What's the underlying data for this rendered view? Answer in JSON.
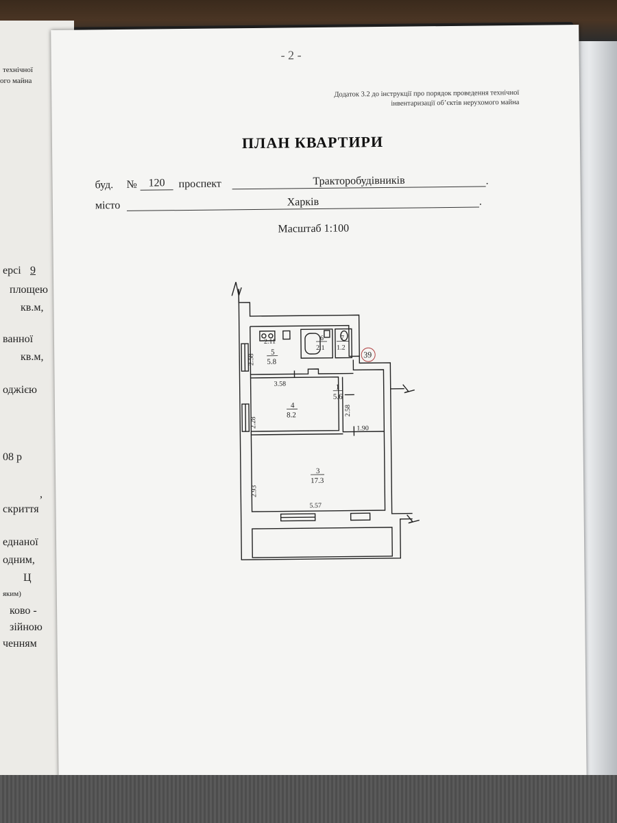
{
  "page_number": "- 2 -",
  "appendix": {
    "line1": "Додаток 3.2 до інструкції про порядок проведення технічної",
    "line2": "інвентаризації об’єктів нерухомого майна"
  },
  "title": "ПЛАН КВАРТИРИ",
  "address": {
    "bud_label": "буд.",
    "no_label": "№",
    "number": "120",
    "street_type": "проспект",
    "street": "Тракторобудівників",
    "city_label": "місто",
    "city": "Харків"
  },
  "scale": "Масштаб 1:100",
  "floor_plan": {
    "rooms": [
      {
        "no": "1",
        "area": "5.6"
      },
      {
        "no": "3",
        "area": "17.3"
      },
      {
        "no": "4",
        "area": "8.2"
      },
      {
        "no": "5",
        "area": "5.8"
      },
      {
        "no": "6",
        "area": "2.1"
      },
      {
        "no": "7",
        "area": "1.2"
      }
    ],
    "dimensions": [
      "2.11",
      "2.58",
      "3.58",
      "2.28",
      "2.58",
      "1.90",
      "2.93",
      "5.57"
    ],
    "handwritten_mark": "39"
  },
  "left_page": {
    "lines": [
      "технічної",
      "ого майна",
      "ерсі",
      "9",
      "площею",
      "кв.м,",
      "ванної",
      "кв.м,",
      "оджією",
      "08 р",
      ",",
      "скриття",
      "еднаної",
      "одним,",
      "Ц",
      "яким)",
      "ково -",
      "зійною",
      "ченням"
    ]
  }
}
